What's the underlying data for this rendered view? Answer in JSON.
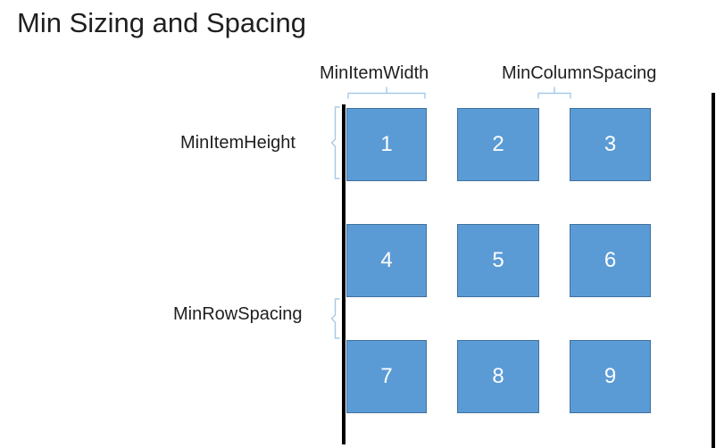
{
  "title": "Min Sizing and Spacing",
  "labels": {
    "min_item_width": "MinItemWidth",
    "min_column_spacing": "MinColumnSpacing",
    "min_item_height": "MinItemHeight",
    "min_row_spacing": "MinRowSpacing"
  },
  "grid": {
    "rows": 3,
    "columns": 3,
    "items": [
      "1",
      "2",
      "3",
      "4",
      "5",
      "6",
      "7",
      "8",
      "9"
    ]
  },
  "colors": {
    "item_fill": "#5B9BD5",
    "item_border": "#41719C",
    "item_number_text": "#ffffff",
    "brace": "#A6C9E9",
    "boundary_line": "#000000",
    "label_text": "#1f1f1f",
    "background": "#ffffff"
  }
}
